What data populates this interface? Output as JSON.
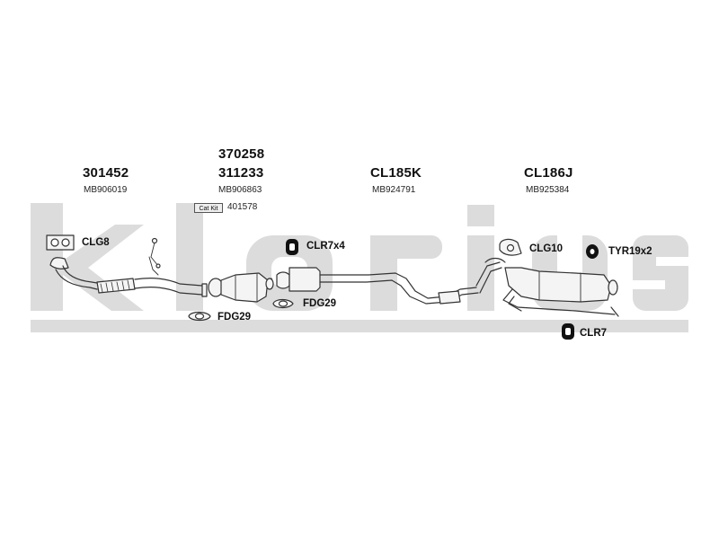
{
  "watermark": {
    "text": "klarius",
    "color": "#dcdcdc"
  },
  "parts": [
    {
      "numbers": [
        "301452"
      ],
      "oe": "MB906019"
    },
    {
      "numbers": [
        "370258",
        "311233"
      ],
      "oe": "MB906863",
      "cat_kit": {
        "label": "Cat Kit",
        "number": "401578"
      }
    },
    {
      "numbers": [
        "CL185K"
      ],
      "oe": "MB924791"
    },
    {
      "numbers": [
        "CL186J"
      ],
      "oe": "MB925384"
    }
  ],
  "accessories": {
    "clg8": "CLG8",
    "clr7x4": "CLR7x4",
    "clg10": "CLG10",
    "tyr19x2": "TYR19x2",
    "fdg29_a": "FDG29",
    "fdg29_b": "FDG29",
    "clr7": "CLR7"
  },
  "colors": {
    "line": "#333333",
    "fill": "#f4f4f4",
    "rubber": "#111111"
  }
}
